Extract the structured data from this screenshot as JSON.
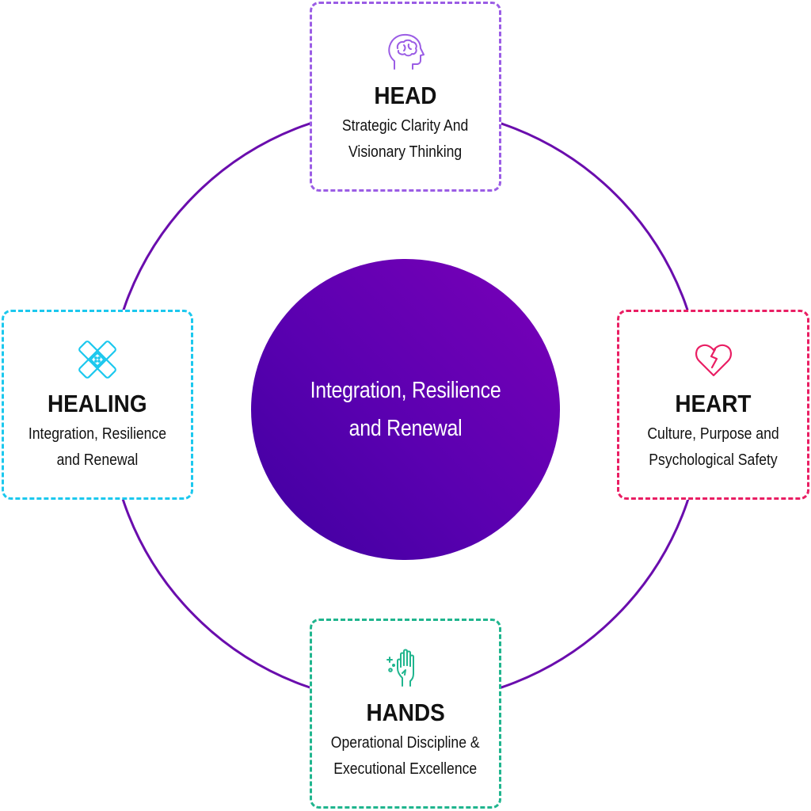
{
  "center": {
    "line1": "Integration, Resilience",
    "line2": "and Renewal",
    "gradient_colors": [
      "#3f00a0",
      "#7a00b8"
    ]
  },
  "ring_color": "#6a0dad",
  "cards": {
    "head": {
      "title": "HEAD",
      "line1": "Strategic Clarity And",
      "line2": "Visionary Thinking",
      "color": "#9b5de5",
      "icon": "brain-head-icon"
    },
    "heart": {
      "title": "HEART",
      "line1": "Culture, Purpose and",
      "line2": "Psychological Safety",
      "color": "#e91e63",
      "icon": "broken-heart-icon"
    },
    "hands": {
      "title": "HANDS",
      "line1": "Operational Discipline &",
      "line2": "Executional Excellence",
      "color": "#20b58e",
      "icon": "raised-hand-icon"
    },
    "healing": {
      "title": "HEALING",
      "line1": "Integration, Resilience",
      "line2": "and Renewal",
      "color": "#1cc8ee",
      "icon": "bandage-icon"
    }
  }
}
